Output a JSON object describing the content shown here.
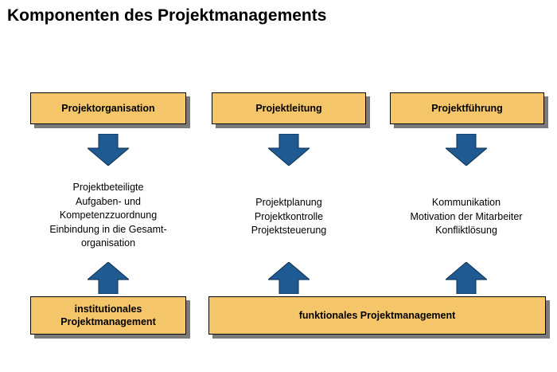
{
  "title": "Komponenten des Projektmanagements",
  "colors": {
    "box_fill": "#f5c56a",
    "arrow_fill": "#1f5a93",
    "shadow": "#7a7a7a"
  },
  "columns": [
    {
      "header": "Projektorganisation",
      "items": [
        "Projektbeteiligte",
        "Aufgaben- und",
        "Kompetenzzuordnung",
        "Einbindung in die Gesamt-",
        "organisation"
      ]
    },
    {
      "header": "Projektleitung",
      "items": [
        "Projektplanung",
        "Projektkontrolle",
        "Projektsteuerung"
      ]
    },
    {
      "header": "Projektführung",
      "items": [
        "Kommunikation",
        "Motivation der Mitarbeiter",
        "Konfliktlösung"
      ]
    }
  ],
  "bottom": {
    "institutional": "institutionales\nProjektmanagement",
    "functional": "funktionales Projektmanagement"
  }
}
